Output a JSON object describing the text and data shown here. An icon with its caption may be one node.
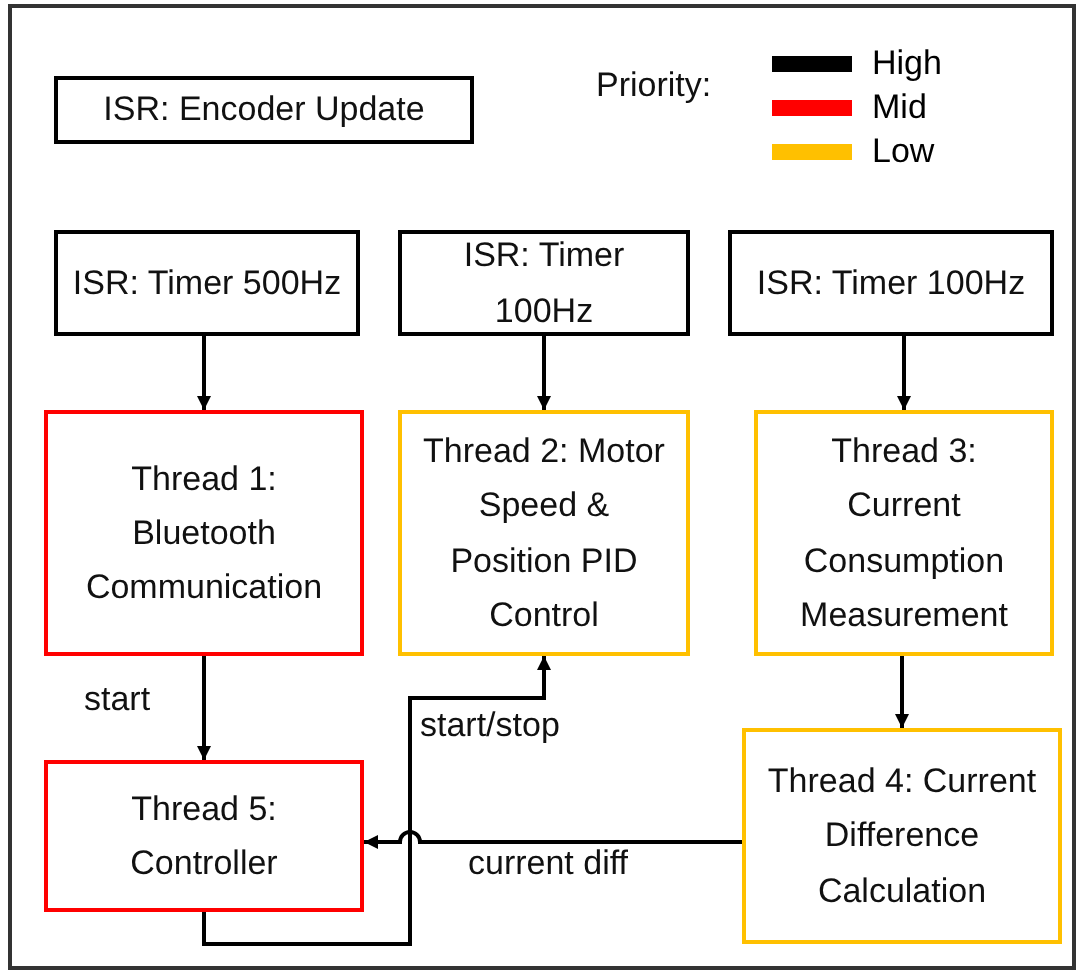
{
  "diagram": {
    "nodes": [
      {
        "text": [
          "ISR: Encoder Update"
        ]
      },
      {
        "text": [
          "ISR: Timer 500Hz"
        ]
      },
      {
        "text": [
          "ISR: Timer 100Hz"
        ]
      },
      {
        "text": [
          "ISR: Timer 100Hz"
        ]
      },
      {
        "text": [
          "Thread 1: Bluetooth Communication"
        ]
      },
      {
        "text": [
          "Thread 2: Motor Speed & Position PID Control"
        ]
      },
      {
        "text": [
          "Thread 3: Current Consumption Measurement"
        ]
      },
      {
        "text": [
          "Thread 4: Current Difference Calculation"
        ]
      },
      {
        "text": [
          "Thread 5: Controller"
        ]
      }
    ],
    "edges": [
      {
        "from": 1,
        "to": 4,
        "arrow": "to"
      },
      {
        "from": 2,
        "to": 5,
        "arrow": "to"
      },
      {
        "from": 3,
        "to": 6,
        "arrow": "to"
      },
      {
        "from": 4,
        "to": 8,
        "arrow": "to",
        "label": "start"
      },
      {
        "from": 6,
        "to": 7,
        "arrow": "to"
      },
      {
        "from": 7,
        "to": 8,
        "arrow": "to",
        "label": "current diff"
      },
      {
        "from": 8,
        "to": 5,
        "arrow": "to",
        "label": "start/stop"
      }
    ],
    "labels": [
      "Priority:"
    ],
    "legend": [
      {
        "text": "High",
        "color": "#000000"
      },
      {
        "text": "Mid",
        "color": "#ff0000"
      },
      {
        "text": "Low",
        "color": "#ffc000"
      }
    ]
  }
}
